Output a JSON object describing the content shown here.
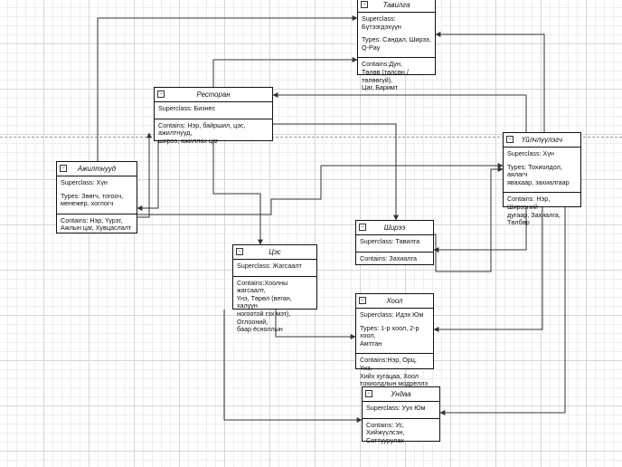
{
  "classes": {
    "tavilga": {
      "title": "Тавилга",
      "superclass": "Superclass: Бүтээгдэхүүн",
      "types": "Types: Сандал, Ширээ, Q-Pay",
      "contains": "Contains:Дун,\nТөлөв (төлсөн / төлөөгүй),\nЦаг, Баримт"
    },
    "restoran": {
      "title": "Ресторан",
      "superclass": "Superclass: Бизнес",
      "contains": "Contains: Нэр, байршил, цэс, ажилтнууд,\nширээ, ажиллах цаг"
    },
    "ajiltnuud": {
      "title": "Ажилтнууд",
      "superclass": "Superclass: Хүн",
      "types": "Types: Зөөгч, тогооч,\nменежер, хоглогч",
      "contains": "Contains: Нэр, Үүрэг,\nАжлын цаг, Хувцаслалт"
    },
    "uilchluulegch": {
      "title": "Үйлчлүүлэгч",
      "superclass": "Superclass: Хүн",
      "types": "Types: Тохиолдол, аялагч\nявахаар, захиалгаар",
      "contains": "Contains: Нэр, Ширээний\nдугаар, Захиалга, Төлбөр"
    },
    "shiree": {
      "title": "Ширээ",
      "superclass": "Superclass: Тавилга",
      "contains": "Contains: Захиалга"
    },
    "tses": {
      "title": "Цэс",
      "superclass": "Superclass: Жагсаалт",
      "contains": "Contains:Хоолны жагсаалт,\nҮнэ, Төрөл (веган, халуун\nногоотой гэх мэт), Оглооний,\nбаар ёсноллын"
    },
    "khool": {
      "title": "Хоол",
      "superclass": "Superclass: Идэх Юм",
      "types": "Types: 1-р хоол, 2-р хоол,\nАмттан",
      "contains": "Contains:Нэр, Орц, Үнэ,\nХийх хугацаа, Хоол\nтохиолдлын модреллэ"
    },
    "undaa": {
      "title": "Ундаа",
      "superclass": "Superclass: Уух Юм",
      "contains": "Contains: Ус, Хийжүүлсэн,\nСоттуурулах"
    }
  },
  "colors": {
    "line": "#333333",
    "border": "#111111"
  }
}
